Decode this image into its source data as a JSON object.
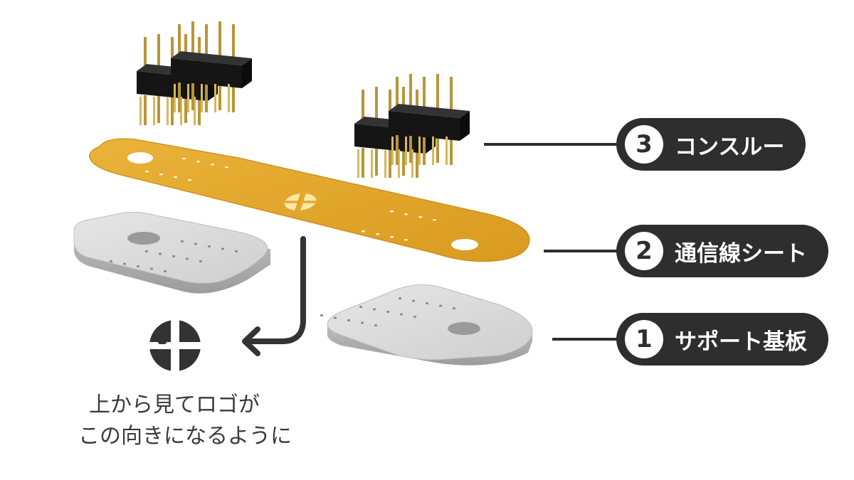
{
  "callouts": [
    {
      "number": "3",
      "label": "コンスルー"
    },
    {
      "number": "2",
      "label": "通信線シート"
    },
    {
      "number": "1",
      "label": "サポート基板"
    }
  ],
  "note": {
    "line1": "上から見てロゴが",
    "line2": "この向きになるように"
  },
  "colors": {
    "sheet": "#e4a72a",
    "plate": "#d9d9d9",
    "dark": "#2e2e2e",
    "pin": "#c9a64a",
    "header": "#151515"
  },
  "icons": {
    "logo": "h-logo-icon",
    "arrow": "curved-arrow-icon"
  }
}
